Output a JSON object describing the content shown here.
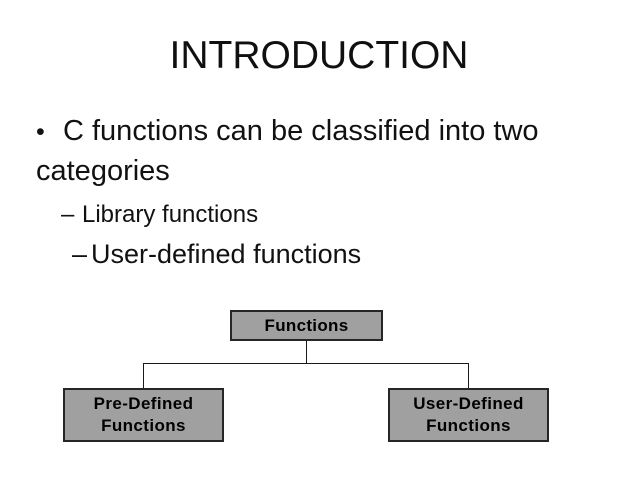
{
  "slide": {
    "title": "INTRODUCTION",
    "background_color": "#ffffff",
    "text_color": "#111111"
  },
  "body": {
    "bullets": [
      {
        "level": 1,
        "marker": "•",
        "text": "C functions can be classified into two categories"
      },
      {
        "level": 2,
        "marker": "–",
        "text": "Library functions"
      },
      {
        "level": 2,
        "marker": "–",
        "text": "User-defined functions"
      }
    ]
  },
  "diagram": {
    "type": "hierarchy",
    "fill_color": "#a0a0a0",
    "border_color": "#262626",
    "line_color": "#1a1a1a",
    "root": {
      "label": "Functions"
    },
    "children": [
      {
        "line1": "Pre-Defined",
        "line2": "Functions"
      },
      {
        "line1": "User-Defined",
        "line2": "Functions"
      }
    ]
  }
}
